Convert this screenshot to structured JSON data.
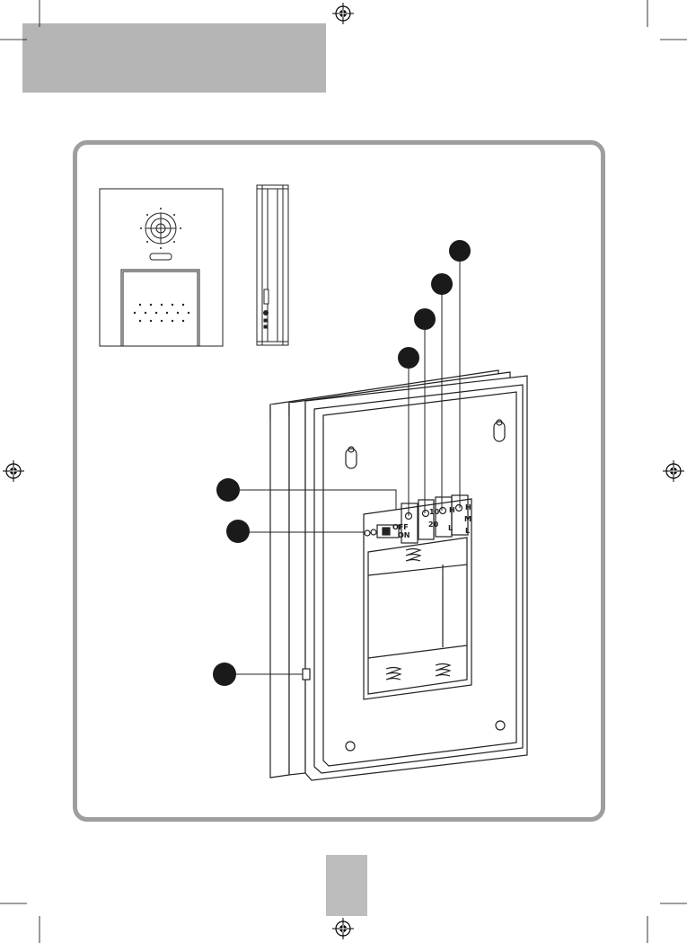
{
  "switch_labels": {
    "power_on": "ON",
    "power_off": "OFF",
    "time_10": "10",
    "time_20": "20",
    "vol_high": "H",
    "vol_mid": "M",
    "vol_low": "L",
    "tone_h": "H",
    "tone_l": "L"
  },
  "colors": {
    "header_bar": "#b5b5b5",
    "frame_border": "#9e9e9e",
    "callout_dot": "#1a1a1a",
    "page_tab": "#bdbdbd"
  },
  "icons": {
    "registration_marks": "crosshair-target-icon",
    "callouts": "filled-circle-marker-icon"
  }
}
